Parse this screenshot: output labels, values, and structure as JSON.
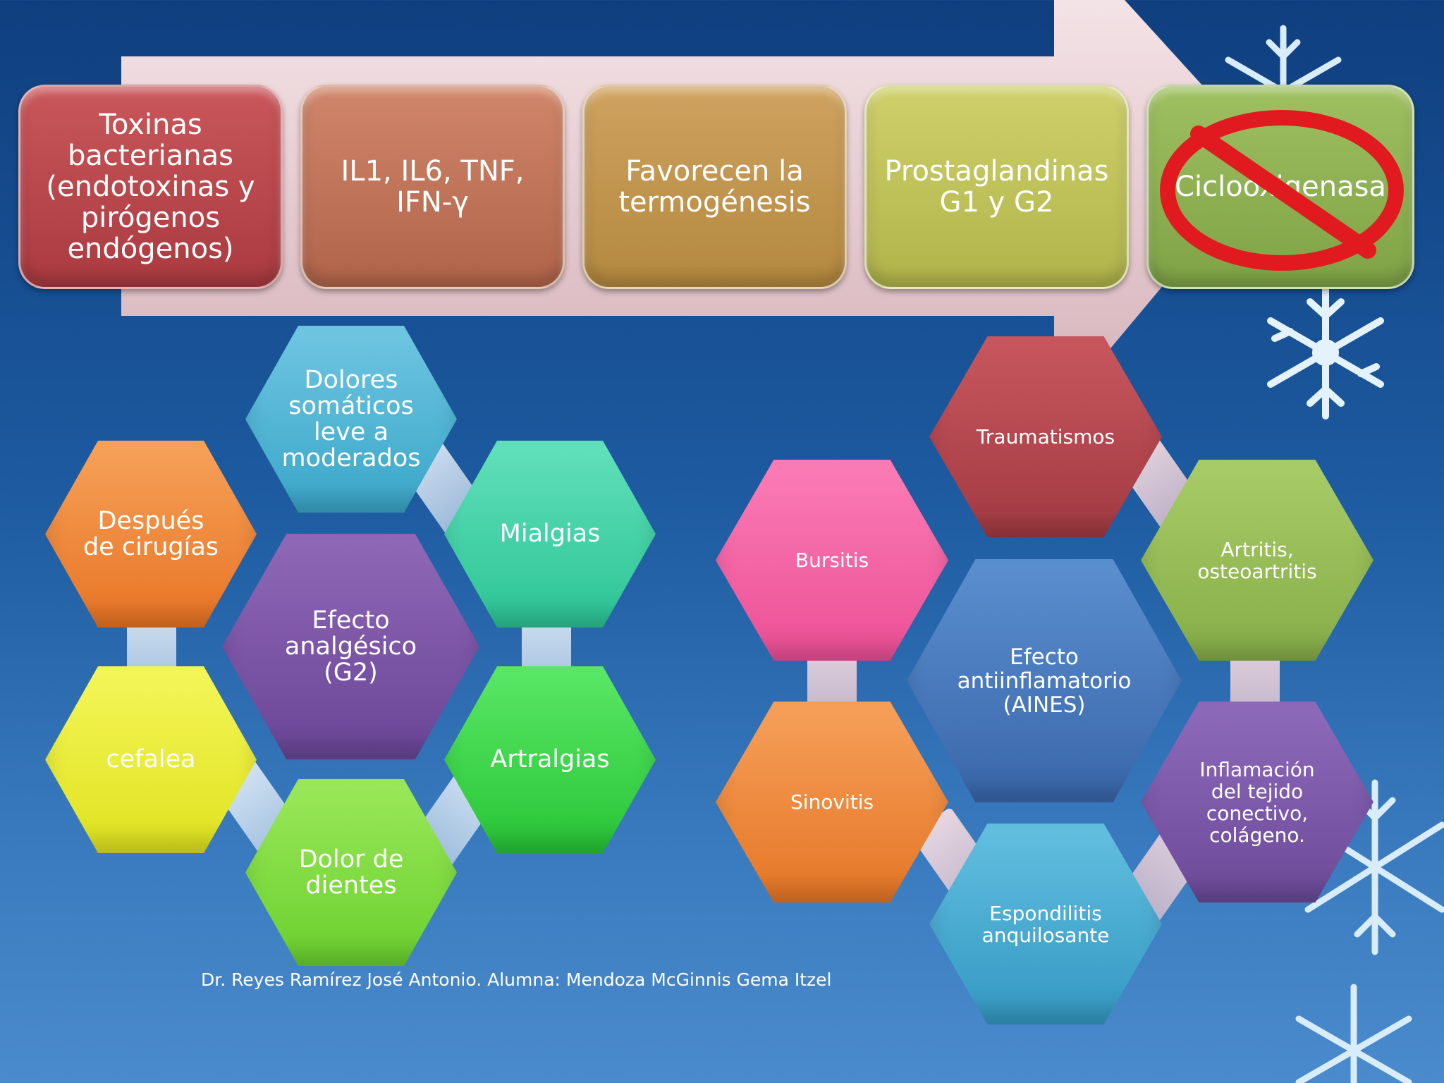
{
  "flow": {
    "steps": [
      "Toxinas\nbacterianas\n(endotoxinas y\npirógenos\nendógenos)",
      "IL1, IL6, TNF,\nIFN-γ",
      "Favorecen la\ntermogénesis",
      "Prostaglandinas\nG1 y G2",
      "Ciclooxigenasa"
    ],
    "blocked_icon": "no-entry-icon"
  },
  "left_cluster": {
    "center": "Efecto\nanalgésico\n(G2)",
    "items": [
      "Dolores\nsomáticos\nleve a\nmoderados",
      "Mialgias",
      "Artralgias",
      "Dolor de\ndientes",
      "cefalea",
      "Después\nde cirugías"
    ]
  },
  "right_cluster": {
    "center": "Efecto\nantiinflamatorio\n(AINES)",
    "items": [
      "Traumatismos",
      "Artritis,\nosteoartritis",
      "Inflamación\ndel tejido\nconectivo,\ncolágeno.",
      "Espondilitis\nanquilosante",
      "Sinovitis",
      "Bursitis"
    ]
  },
  "footer": "Dr. Reyes Ramírez José Antonio. Alumna: Mendoza McGinnis Gema Itzel",
  "colors": {
    "background": "#1d5aa0",
    "dolores": "#4fb8d6",
    "mialgias": "#3fd6a8",
    "artralgias": "#3fd24a",
    "dientes": "#7fdc3c",
    "cefalea": "#e8ec3a",
    "cirugias": "#f0863a",
    "analgesico": "#7b55a6",
    "traumatismos": "#b3454c",
    "artritis": "#94bb54",
    "inflamacion": "#7a57a8",
    "espondilitis": "#44aad0",
    "sinovitis": "#ef8a3a",
    "bursitis": "#f46aa8",
    "antiinflamatorio": "#4677be"
  }
}
